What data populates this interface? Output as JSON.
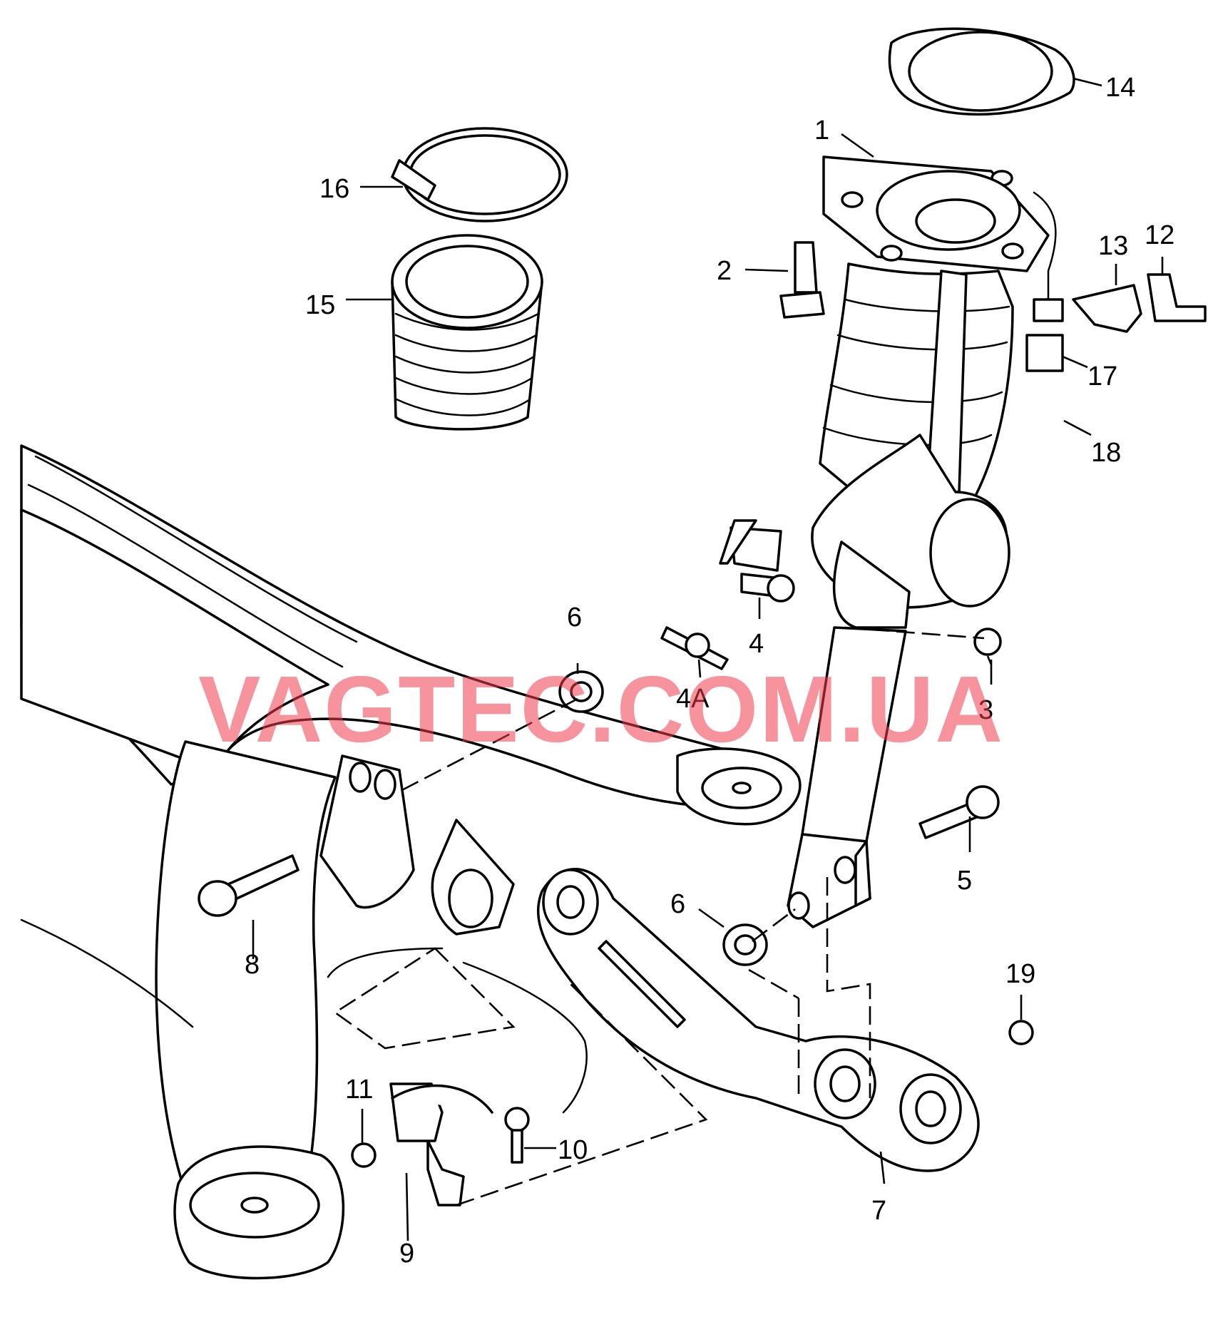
{
  "watermark": "VAGTEC.COM.UA",
  "callouts": {
    "c1": "1",
    "c2": "2",
    "c3": "3",
    "c4": "4",
    "c4a": "4A",
    "c5": "5",
    "c6a": "6",
    "c6b": "6",
    "c7": "7",
    "c8": "8",
    "c9": "9",
    "c10": "10",
    "c11": "11",
    "c12": "12",
    "c13": "13",
    "c14": "14",
    "c15": "15",
    "c16": "16",
    "c17": "17",
    "c18": "18",
    "c19": "19"
  },
  "colors": {
    "line": "#000000",
    "background": "#ffffff",
    "watermark": "#f03a4a"
  }
}
